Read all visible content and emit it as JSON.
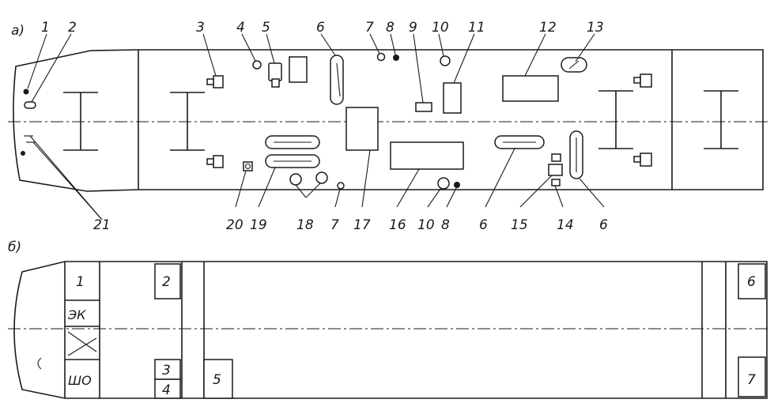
{
  "view_a": {
    "label": "а)",
    "callouts": [
      "1",
      "2",
      "3",
      "4",
      "5",
      "6",
      "7",
      "8",
      "9",
      "10",
      "11",
      "12",
      "13",
      "21",
      "20",
      "19",
      "18",
      "7",
      "17",
      "16",
      "10",
      "8",
      "6",
      "15",
      "14",
      "6"
    ]
  },
  "view_b": {
    "label": "б)",
    "compartments": [
      "1",
      "2",
      "ЭК",
      "3",
      "4",
      "ШО",
      "5",
      "6",
      "7"
    ]
  }
}
